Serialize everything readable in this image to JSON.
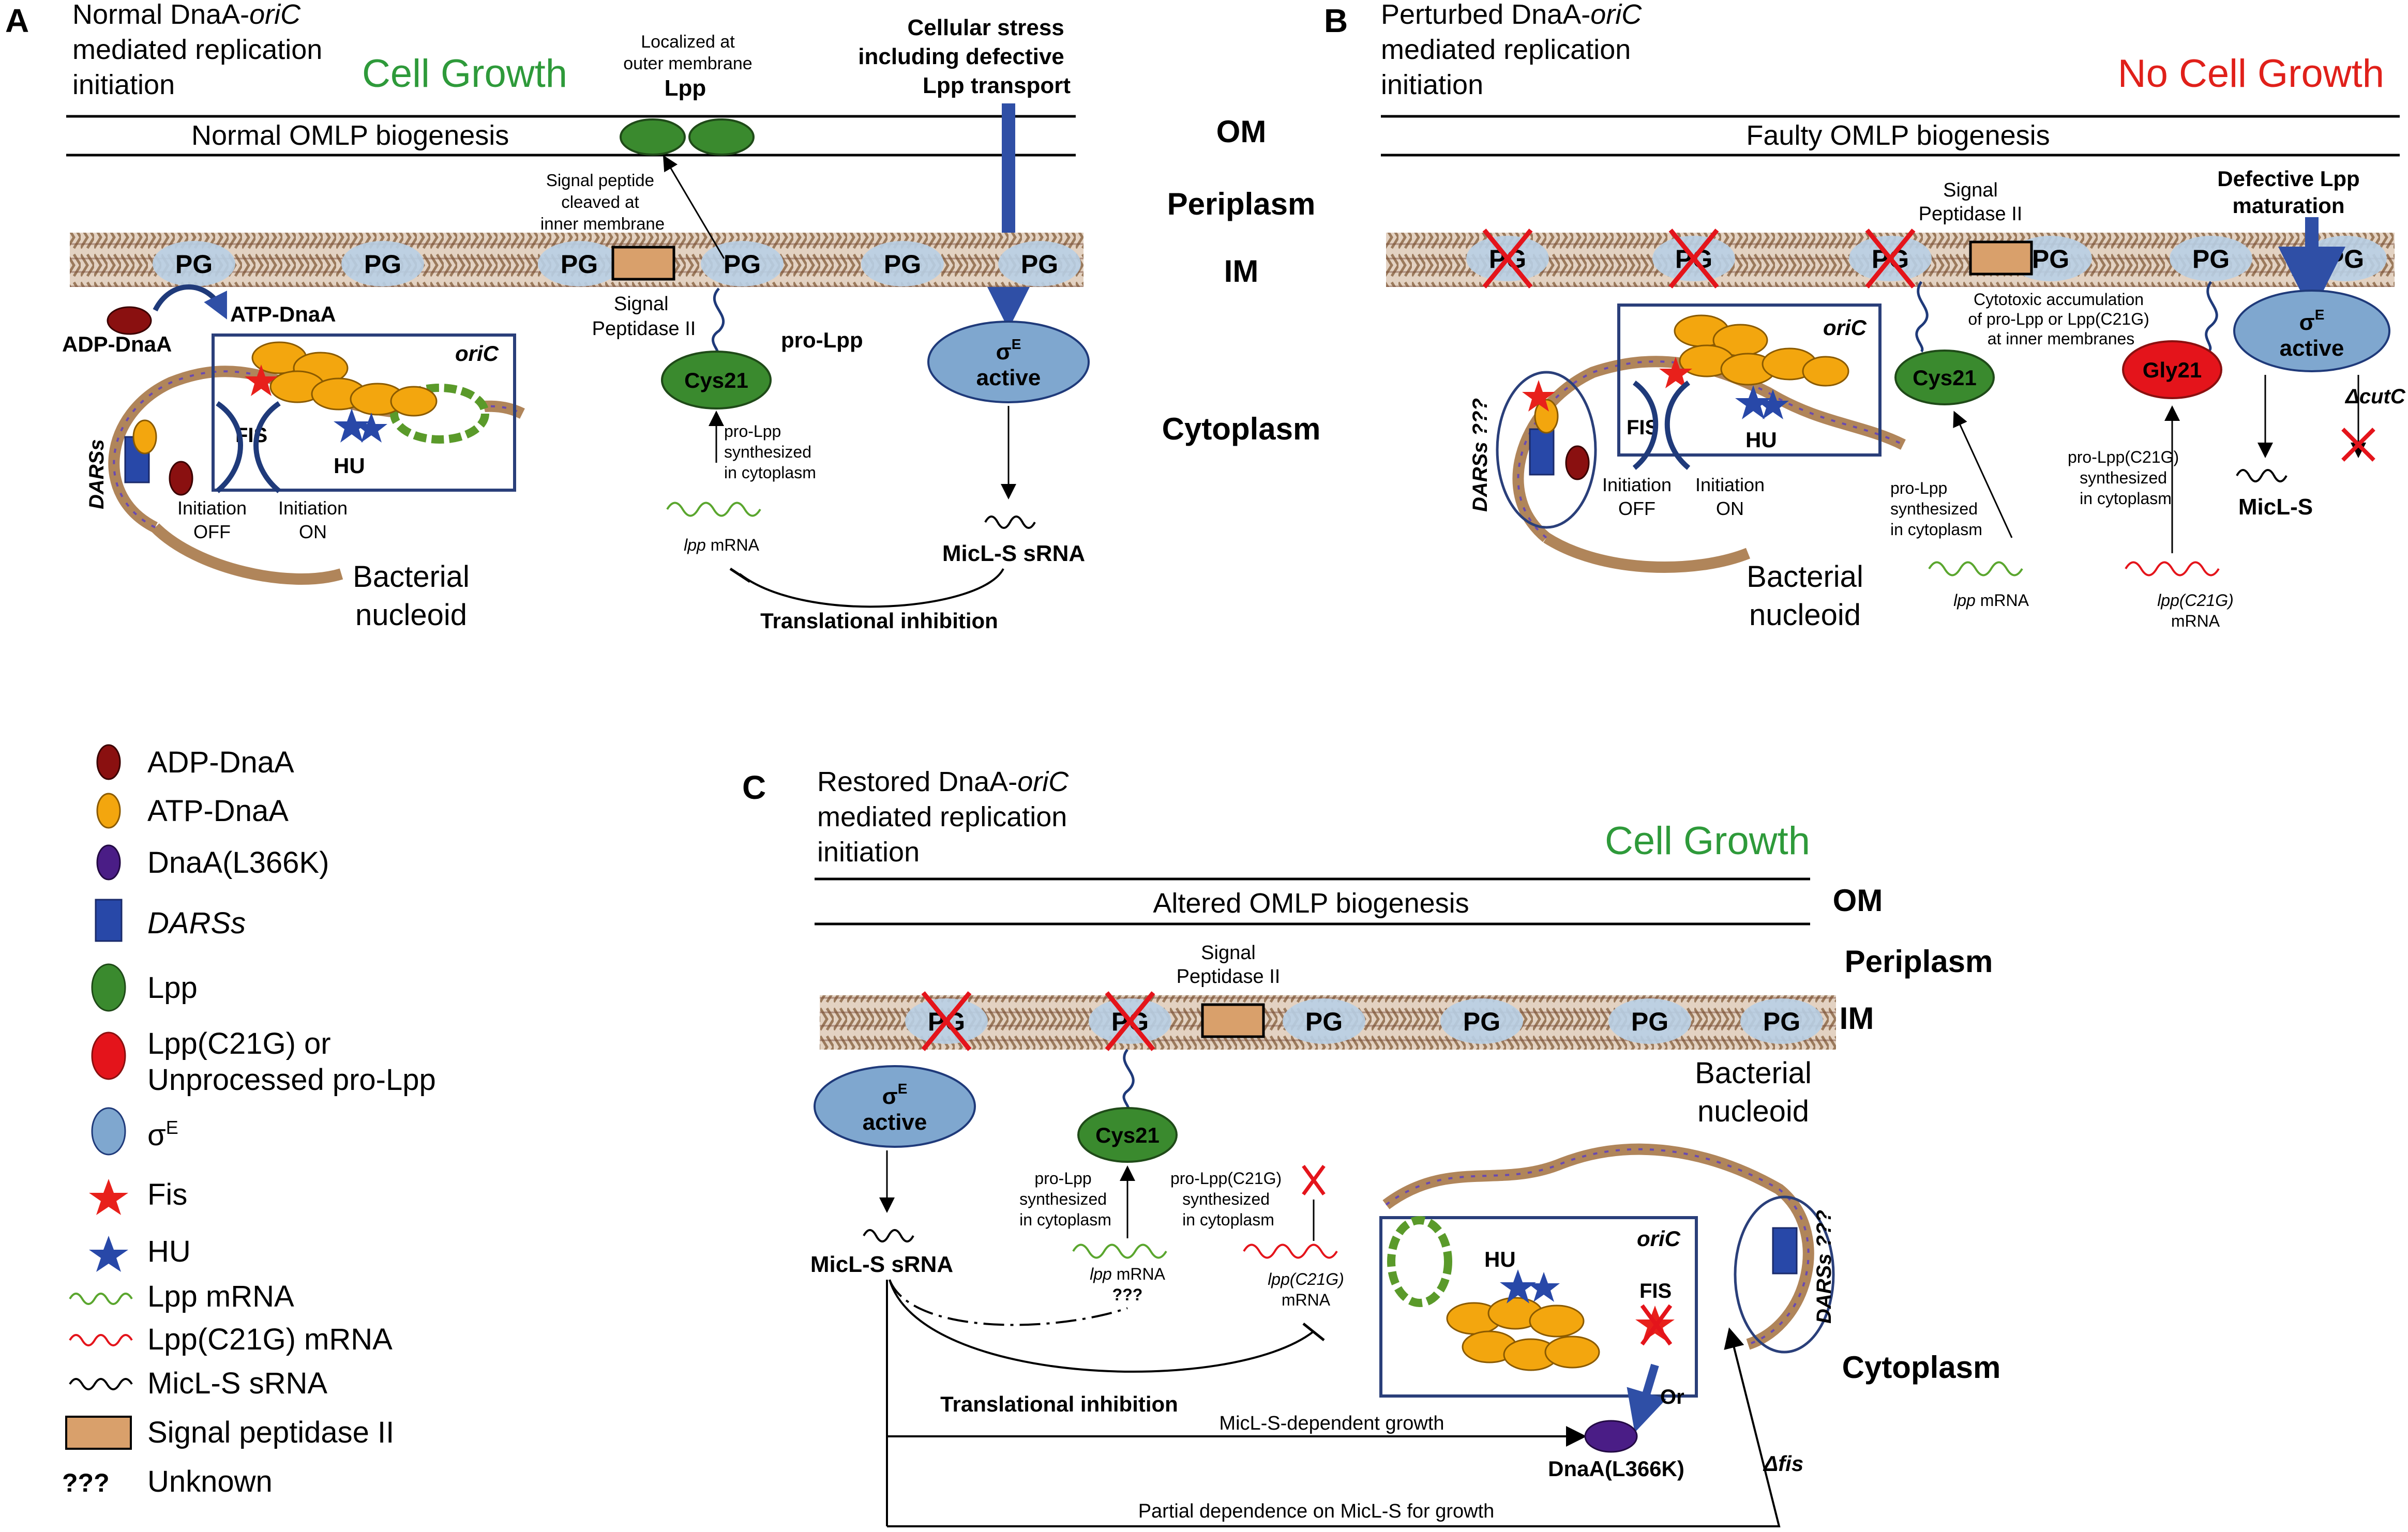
{
  "colors": {
    "green_text": "#2e9a3a",
    "red_text": "#e0201a",
    "navy": "#1f3a7a",
    "box_blue": "#2a3f7a",
    "arrow_blue": "#2f4fa6",
    "lpp_green": "#3a8a2e",
    "red_protein": "#e4141b",
    "dark_red": "#8a1010",
    "dnaa_orange": "#f3a60e",
    "sigma_blue": "#7fa7cf",
    "pg_blue": "#b8cfe6",
    "peptidase": "#d9a06b",
    "purple": "#4a1d86",
    "star_red": "#e8201b",
    "star_blue": "#2848a8"
  },
  "panelA": {
    "letter": "A",
    "title": [
      "Normal DnaA-",
      "oriC",
      "mediated replication",
      "initiation"
    ],
    "growth": "Cell Growth",
    "membrane_label": "Normal OMLP biogenesis",
    "lpp_localized": [
      "Localized at",
      "outer membrane"
    ],
    "lpp": "Lpp",
    "stress": [
      "Cellular stress",
      "including defective",
      "Lpp transport"
    ],
    "signal_cleaved": [
      "Signal peptide",
      "cleaved at",
      "inner membrane"
    ],
    "pg": "PG",
    "signal_peptidase": [
      "Signal",
      "Peptidase II"
    ],
    "adp_dnaa": "ADP-DnaA",
    "atp_dnaa": "ATP-DnaA",
    "oric": "oriC",
    "pro_lpp": "pro-Lpp",
    "cys21": "Cys21",
    "sigma": "σ",
    "sigma_sup": "E",
    "active": "active",
    "dars": "DARSs",
    "fis": "FIS",
    "hu": "HU",
    "init_off": [
      "Initiation",
      "OFF"
    ],
    "init_on": [
      "Initiation",
      "ON"
    ],
    "synth": [
      "pro-Lpp",
      "synthesized",
      "in cytoplasm"
    ],
    "lpp_mrna_italic": "lpp",
    "mrna": "mRNA",
    "micl_srna": "MicL-S sRNA",
    "transl_inhib": "Translational inhibition",
    "nucleoid": [
      "Bacterial",
      "nucleoid"
    ]
  },
  "compartments": {
    "om": "OM",
    "periplasm": "Periplasm",
    "im": "IM",
    "cytoplasm": "Cytoplasm"
  },
  "panelB": {
    "letter": "B",
    "title": [
      "Perturbed DnaA-",
      "oriC",
      "mediated replication",
      "initiation"
    ],
    "growth": "No Cell Growth",
    "membrane_label": "Faulty OMLP biogenesis",
    "signal_peptidase": [
      "Signal",
      "Peptidase II"
    ],
    "defective": [
      "Defective Lpp",
      "maturation"
    ],
    "cytotoxic": [
      "Cytotoxic accumulation",
      "of pro-Lpp or Lpp(C21G)",
      "at inner membranes"
    ],
    "oric": "oriC",
    "cys21": "Cys21",
    "gly21": "Gly21",
    "dars": "DARSs ???",
    "fis": "FIS",
    "hu": "HU",
    "init_off": [
      "Initiation",
      "OFF"
    ],
    "init_on": [
      "Initiation",
      "ON"
    ],
    "synth": [
      "pro-Lpp",
      "synthesized",
      "in cytoplasm"
    ],
    "synth_c21g": [
      "pro-Lpp(C21G)",
      "synthesized",
      "in cytoplasm"
    ],
    "lpp_mrna_italic": "lpp",
    "mrna": "mRNA",
    "lpp_c21g_mrna_italic": "lpp(C21G)",
    "delta_cutc": "ΔcutC",
    "micl": "MicL-S",
    "nucleoid": [
      "Bacterial",
      "nucleoid"
    ]
  },
  "panelC": {
    "letter": "C",
    "title": [
      "Restored DnaA-",
      "oriC",
      "mediated replication",
      "initiation"
    ],
    "growth": "Cell Growth",
    "membrane_label": "Altered OMLP biogenesis",
    "signal_peptidase": [
      "Signal",
      "Peptidase II"
    ],
    "nucleoid": [
      "Bacterial",
      "nucleoid"
    ],
    "active": "active",
    "cys21": "Cys21",
    "synth": [
      "pro-Lpp",
      "synthesized",
      "in cytoplasm"
    ],
    "synth_c21g": [
      "pro-Lpp(C21G)",
      "synthesized",
      "in cytoplasm"
    ],
    "oric": "oriC",
    "hu": "HU",
    "fis": "FIS",
    "dars": "DARSs ???",
    "micl_srna": "MicL-S sRNA",
    "lpp_mrna": "mRNA",
    "unknown": "???",
    "transl_inhib": "Translational inhibition",
    "micl_dependent": "MicL-S-dependent growth",
    "or": "Or",
    "dnaa_l366k": "DnaA(L366K)",
    "delta_fis": "Δfis",
    "partial": "Partial dependence on MicL-S for growth"
  },
  "legend": {
    "items": [
      {
        "icon": "adp-dnaa-icon",
        "label": "ADP-DnaA"
      },
      {
        "icon": "atp-dnaa-icon",
        "label": "ATP-DnaA"
      },
      {
        "icon": "dnaa-l366k-icon",
        "label": "DnaA(L366K)"
      },
      {
        "icon": "dars-icon",
        "label": "DARSs"
      },
      {
        "icon": "lpp-icon",
        "label": "Lpp"
      },
      {
        "icon": "lpp-c21g-icon",
        "label": "Lpp(C21G) or"
      },
      {
        "icon": "sigma-icon",
        "label": "σ"
      },
      {
        "icon": "fis-icon",
        "label": "Fis"
      },
      {
        "icon": "hu-icon",
        "label": "HU"
      },
      {
        "icon": "lpp-mrna-icon",
        "label": "Lpp mRNA"
      },
      {
        "icon": "lpp-c21g-mrna-icon",
        "label": "Lpp(C21G) mRNA"
      },
      {
        "icon": "micl-srna-icon",
        "label": "MicL-S sRNA"
      },
      {
        "icon": "peptidase-icon",
        "label": "Signal peptidase II"
      },
      {
        "icon": "unknown-icon",
        "label": "Unknown"
      }
    ],
    "unprocessed": "Unprocessed pro-Lpp",
    "sigma_sup": "E",
    "unknown_symbol": "???"
  }
}
